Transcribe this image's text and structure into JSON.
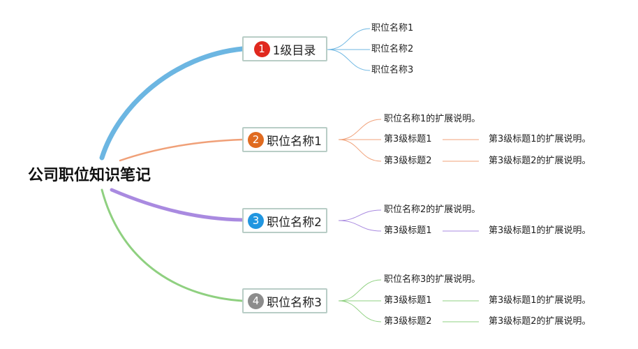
{
  "root": {
    "title": "公司职位知识笔记"
  },
  "colors": {
    "branch_1": "#6cb6e2",
    "branch_2": "#f0a078",
    "branch_3": "#a98ae0",
    "branch_4": "#8fd080",
    "badge_1": "#e0281e",
    "badge_2": "#e06b20",
    "badge_3": "#2196e0",
    "badge_4": "#8c8c8c"
  },
  "branches": [
    {
      "number": "1",
      "label": "1级目录",
      "items": [
        {
          "label": "职位名称1"
        },
        {
          "label": "职位名称2"
        },
        {
          "label": "职位名称3"
        }
      ]
    },
    {
      "number": "2",
      "label": "职位名称1",
      "items": [
        {
          "label": "职位名称1的扩展说明。"
        },
        {
          "label": "第3级标题1",
          "detail": "第3级标题1的扩展说明。"
        },
        {
          "label": "第3级标题2",
          "detail": "第3级标题2的扩展说明。"
        }
      ]
    },
    {
      "number": "3",
      "label": "职位名称2",
      "items": [
        {
          "label": "职位名称2的扩展说明。"
        },
        {
          "label": "第3级标题1",
          "detail": "第3级标题1的扩展说明。"
        }
      ]
    },
    {
      "number": "4",
      "label": "职位名称3",
      "items": [
        {
          "label": "职位名称3的扩展说明。"
        },
        {
          "label": "第3级标题1",
          "detail": "第3级标题1的扩展说明。"
        },
        {
          "label": "第3级标题2",
          "detail": "第3级标题2的扩展说明。"
        }
      ]
    }
  ]
}
